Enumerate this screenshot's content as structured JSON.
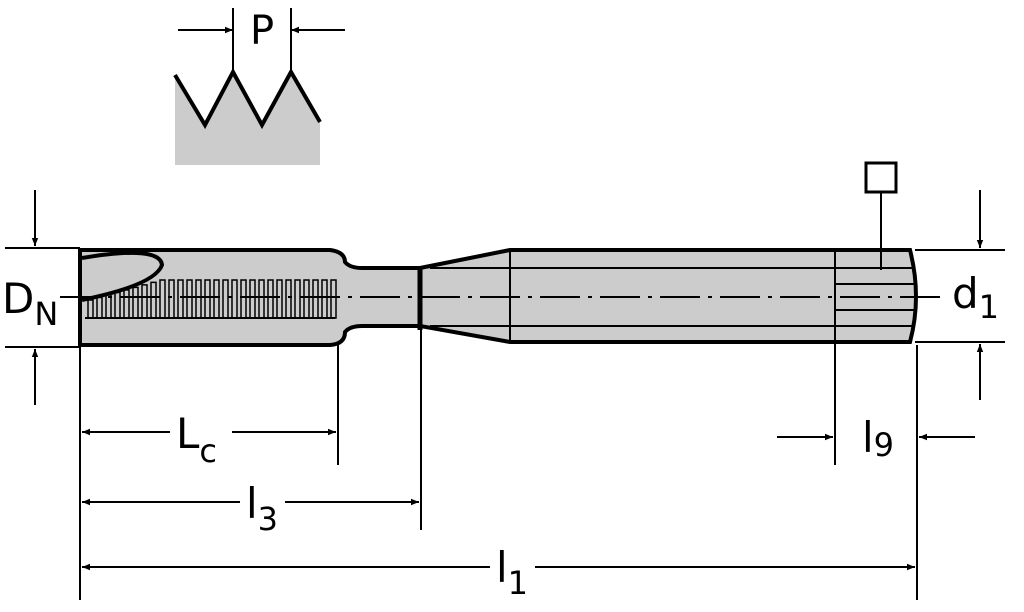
{
  "labels": {
    "pitch": "P",
    "nominal_diameter": {
      "main": "D",
      "sub": "N"
    },
    "shank_diameter": {
      "main": "d",
      "sub": "1"
    },
    "chamfer_length": {
      "main": "L",
      "sub": "c"
    },
    "neck_length": {
      "main": "l",
      "sub": "3"
    },
    "total_length": {
      "main": "l",
      "sub": "1"
    },
    "square_length": {
      "main": "l",
      "sub": "9"
    }
  },
  "colors": {
    "fill": "#cccccc",
    "line": "#000000"
  }
}
